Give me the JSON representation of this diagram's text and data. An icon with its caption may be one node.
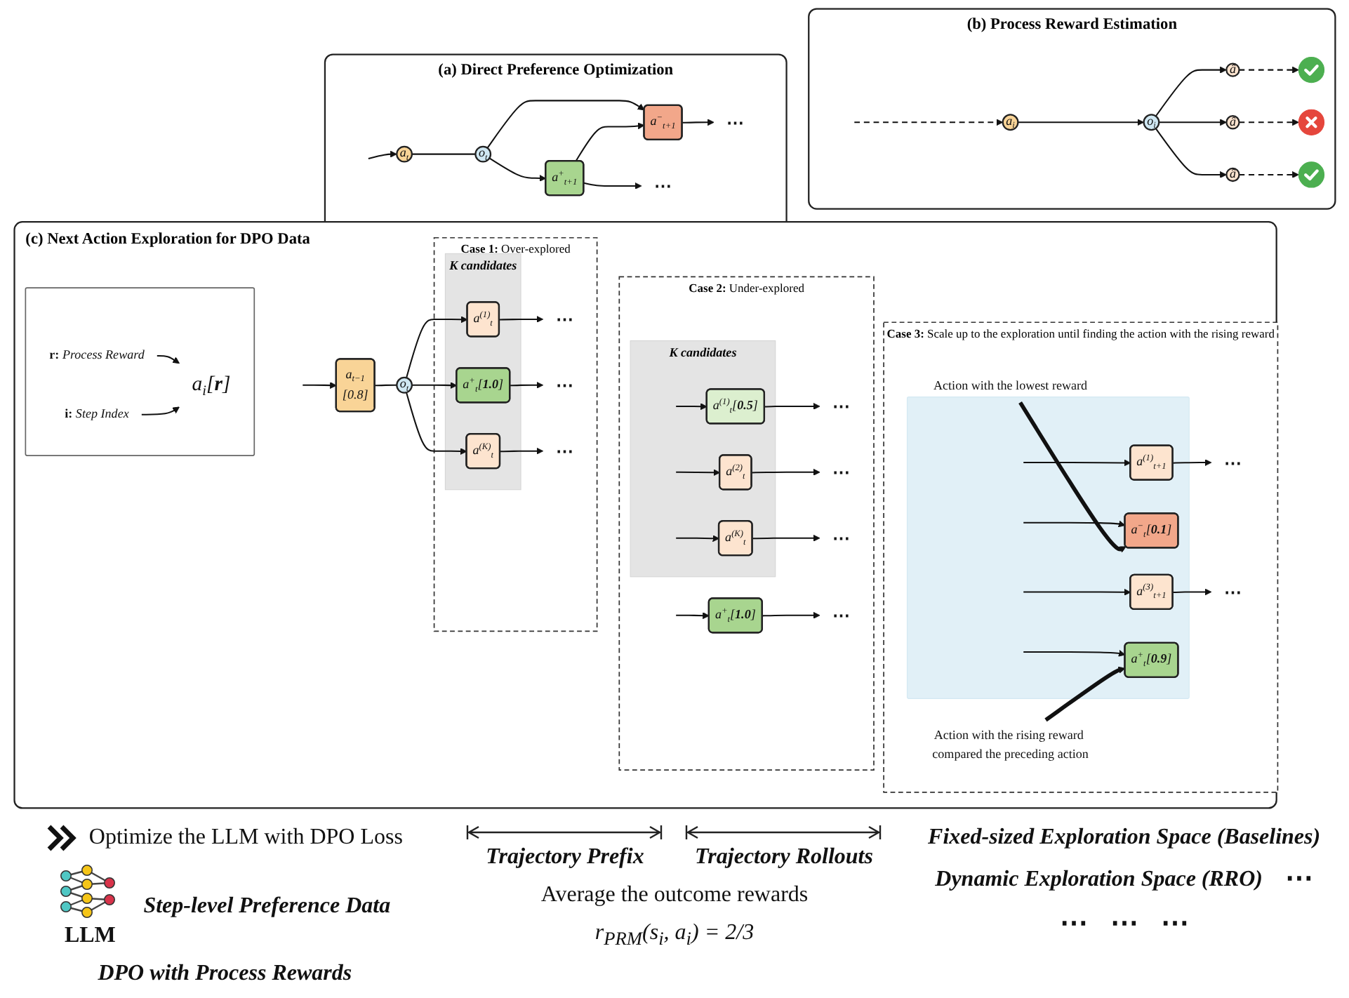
{
  "diagram": {
    "nodes": [
      {
        "text": [
          "(a) Direct Preference Optimization"
        ]
      },
      {
        "text": [
          "a$_{t}$"
        ],
        "in": 0
      },
      {
        "text": [
          "o$_{t}$"
        ],
        "in": 0
      },
      {
        "text": [
          "a$^{+}$$_{t+1}$"
        ],
        "in": 0
      },
      {
        "text": [
          "a$^{−}$$_{t+1}$"
        ],
        "in": 0
      },
      {
        "text": [
          "⋯"
        ],
        "in": 0
      },
      {
        "text": [
          "⋯"
        ],
        "in": 0
      },
      {
        "text": [
          "(b) Process Reward Estimation"
        ]
      },
      {
        "text": [
          "a$_{i}$"
        ],
        "in": 7
      },
      {
        "text": [
          "o$_{i}$"
        ],
        "in": 7
      },
      {
        "text": [
          "â"
        ],
        "in": 7
      },
      {
        "text": [
          "â"
        ],
        "in": 7
      },
      {
        "text": [
          "â"
        ],
        "in": 7
      },
      {
        "text": [],
        "shape": "circle",
        "in": 7
      },
      {
        "text": [],
        "shape": "circle",
        "in": 7
      },
      {
        "text": [],
        "shape": "circle",
        "in": 7
      },
      {
        "text": [
          "(c) Next Action Exploration for DPO Data"
        ]
      },
      {
        "text": [],
        "shape": "box",
        "in": 16
      },
      {
        "text": [
          "**r:** *Process Reward*"
        ],
        "in": 17
      },
      {
        "text": [
          "a$_{i}$[**r**]"
        ],
        "in": 17
      },
      {
        "text": [
          "**i:** *Step Index*"
        ],
        "in": 17
      },
      {
        "text": [
          "a$_{t−1}$",
          "[0.8]"
        ],
        "in": 16
      },
      {
        "text": [
          "o$_{t}$"
        ],
        "in": 16
      },
      {
        "text": [
          "**Case 1:** Over-explored"
        ],
        "in": 16
      },
      {
        "text": [
          "K candidates"
        ],
        "in": 23
      },
      {
        "text": [
          "a$^{(1)}$$_{t}$"
        ],
        "in": 24
      },
      {
        "text": [
          "a$^{+}$$_{t}$[**1.0**]"
        ],
        "in": 24
      },
      {
        "text": [
          "a$^{(K)}$$_{t}$"
        ],
        "in": 24
      },
      {
        "text": [
          "⋯"
        ],
        "in": 23
      },
      {
        "text": [
          "⋯"
        ],
        "in": 23
      },
      {
        "text": [
          "⋯"
        ],
        "in": 23
      },
      {
        "text": [
          "**Case 2:** Under-explored"
        ],
        "in": 16
      },
      {
        "text": [
          "K candidates"
        ],
        "in": 31
      },
      {
        "text": [
          "a$^{(1)}$$_{t}$[**0.5**]"
        ],
        "in": 32
      },
      {
        "text": [
          "a$^{(2)}$$_{t}$"
        ],
        "in": 32
      },
      {
        "text": [
          "a$^{(K)}$$_{t}$"
        ],
        "in": 32
      },
      {
        "text": [
          "a$^{+}$$_{t}$[**1.0**]"
        ],
        "in": 31
      },
      {
        "text": [
          "⋯"
        ],
        "in": 31
      },
      {
        "text": [
          "⋯"
        ],
        "in": 31
      },
      {
        "text": [
          "⋯"
        ],
        "in": 31
      },
      {
        "text": [
          "⋯"
        ],
        "in": 31
      },
      {
        "text": [
          "**Case 3:** Scale up to the exploration until finding the action with the rising reward"
        ],
        "in": 16
      },
      {
        "text": [],
        "shape": "box",
        "in": 41
      },
      {
        "text": [
          "a$^{(1)}$$_{t+1}$"
        ],
        "in": 42
      },
      {
        "text": [
          "a$^{−}$$_{t}$[**0.1**]"
        ],
        "in": 42
      },
      {
        "text": [
          "a$^{(3)}$$_{t+1}$"
        ],
        "in": 42
      },
      {
        "text": [
          "a$^{+}$$_{t}$[**0.9**]"
        ],
        "in": 42
      },
      {
        "text": [
          "⋯"
        ],
        "in": 41
      },
      {
        "text": [
          "Action with the lowest reward"
        ],
        "in": 41
      },
      {
        "text": [
          "⋯"
        ],
        "in": 41
      },
      {
        "text": [
          "Action with the rising reward compared the preceding action"
        ],
        "in": 41
      }
    ],
    "edges": [
      {
        "from": null,
        "to": 1,
        "arrow": "to"
      },
      {
        "from": 1,
        "to": 2,
        "arrow": "none"
      },
      {
        "from": 2,
        "to": 3,
        "arrow": "to"
      },
      {
        "from": 2,
        "to": 4,
        "arrow": "to"
      },
      {
        "from": 3,
        "to": 4,
        "arrow": "to"
      },
      {
        "from": 3,
        "to": 5,
        "arrow": "to"
      },
      {
        "from": 4,
        "to": 6,
        "arrow": "to"
      },
      {
        "from": null,
        "to": 8,
        "arrow": "to",
        "style": "dashed"
      },
      {
        "from": 8,
        "to": 9,
        "arrow": "to"
      },
      {
        "from": 9,
        "to": 10,
        "arrow": "to"
      },
      {
        "from": 9,
        "to": 11,
        "arrow": "to"
      },
      {
        "from": 9,
        "to": 12,
        "arrow": "to"
      },
      {
        "from": 10,
        "to": 13,
        "arrow": "to",
        "style": "dashed"
      },
      {
        "from": 11,
        "to": 14,
        "arrow": "to",
        "style": "dashed"
      },
      {
        "from": 12,
        "to": 15,
        "arrow": "to",
        "style": "dashed"
      },
      {
        "from": 18,
        "to": 19,
        "arrow": "to"
      },
      {
        "from": 20,
        "to": 19,
        "arrow": "to"
      },
      {
        "from": null,
        "to": 21,
        "arrow": "to"
      },
      {
        "from": 21,
        "to": 22,
        "arrow": "none"
      },
      {
        "from": 22,
        "to": 25,
        "arrow": "to"
      },
      {
        "from": 22,
        "to": 26,
        "arrow": "to"
      },
      {
        "from": 22,
        "to": 27,
        "arrow": "to"
      },
      {
        "from": 25,
        "to": 28,
        "arrow": "to"
      },
      {
        "from": 26,
        "to": 29,
        "arrow": "to"
      },
      {
        "from": 27,
        "to": 30,
        "arrow": "to"
      },
      {
        "from": null,
        "to": 33,
        "arrow": "to"
      },
      {
        "from": null,
        "to": 34,
        "arrow": "to"
      },
      {
        "from": null,
        "to": 35,
        "arrow": "to"
      },
      {
        "from": null,
        "to": 36,
        "arrow": "to"
      },
      {
        "from": 33,
        "to": 37,
        "arrow": "to"
      },
      {
        "from": 34,
        "to": 38,
        "arrow": "to"
      },
      {
        "from": 35,
        "to": 39,
        "arrow": "to"
      },
      {
        "from": 36,
        "to": 40,
        "arrow": "to"
      },
      {
        "from": null,
        "to": 43,
        "arrow": "to"
      },
      {
        "from": null,
        "to": 44,
        "arrow": "to"
      },
      {
        "from": null,
        "to": 45,
        "arrow": "to"
      },
      {
        "from": null,
        "to": 46,
        "arrow": "to"
      },
      {
        "from": 43,
        "to": 47,
        "arrow": "to"
      },
      {
        "from": 45,
        "to": 49,
        "arrow": "to"
      },
      {
        "from": 48,
        "to": 44,
        "arrow": "to",
        "style": "thick"
      },
      {
        "from": 50,
        "to": 46,
        "arrow": "to",
        "style": "thick"
      }
    ],
    "labels": [
      "Optimize the LLM with DPO Loss",
      "LLM",
      "Step-level Preference Data",
      "DPO with Process Rewards",
      "Trajectory Prefix",
      "Trajectory Rollouts",
      "Average the outcome rewards",
      "r$_{PRM}$(s$_{i}$, a$_{i}$) = 2/3",
      "Fixed-sized Exploration Space (Baselines)",
      "Dynamic Exploration Space (RRO)",
      "⋯",
      "⋯",
      "⋯",
      "⋯"
    ]
  }
}
